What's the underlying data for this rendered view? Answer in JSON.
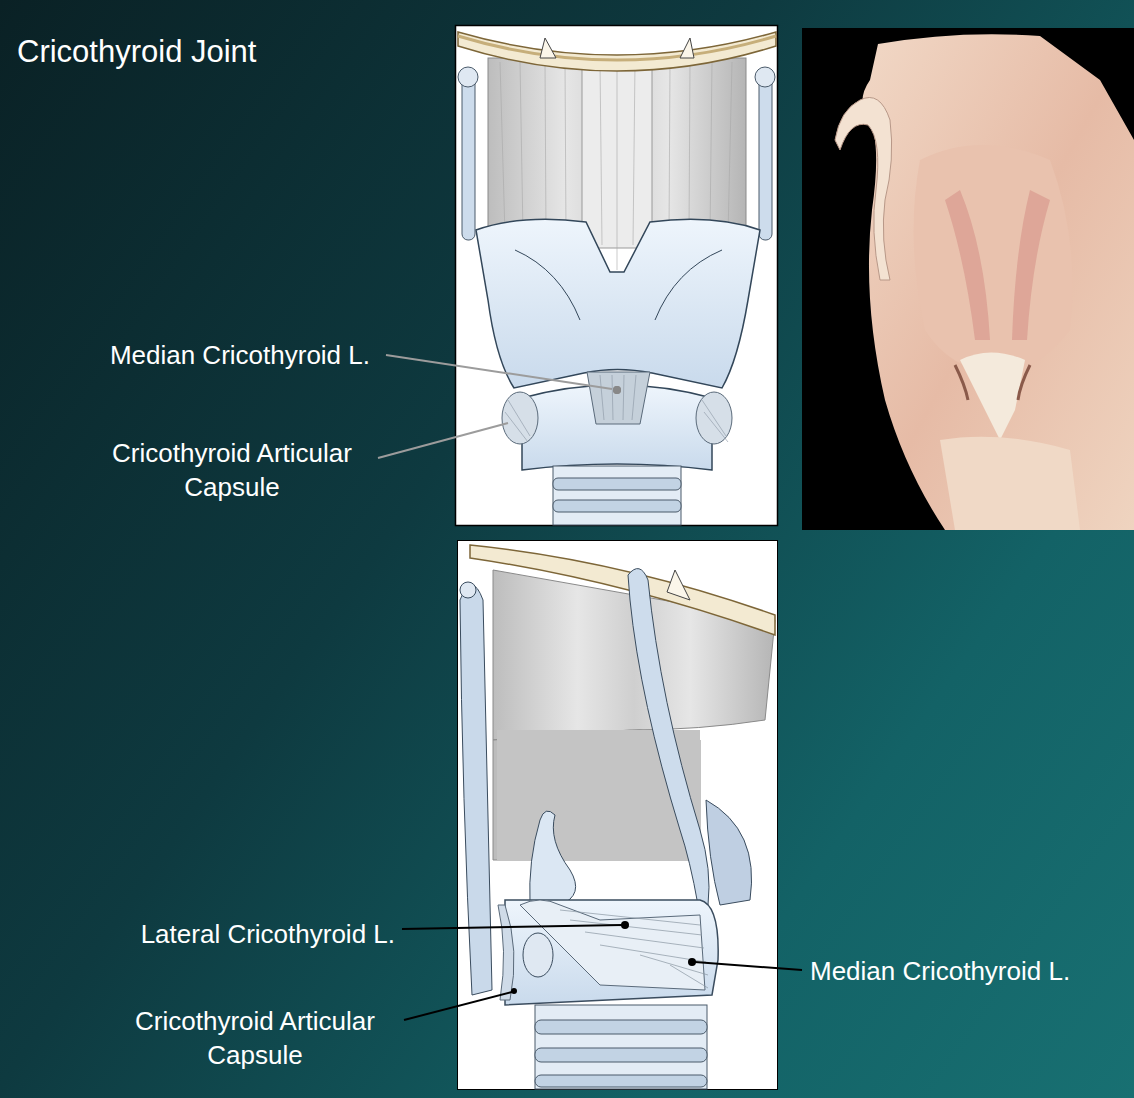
{
  "diagram": {
    "title": "Cricothyroid Joint",
    "labels": [
      "Median Cricothyroid L.",
      "Cricothyroid Articular Capsule",
      "Lateral Cricothyroid L.",
      "Median Cricothyroid L.",
      "Cricothyroid Articular Capsule"
    ]
  }
}
